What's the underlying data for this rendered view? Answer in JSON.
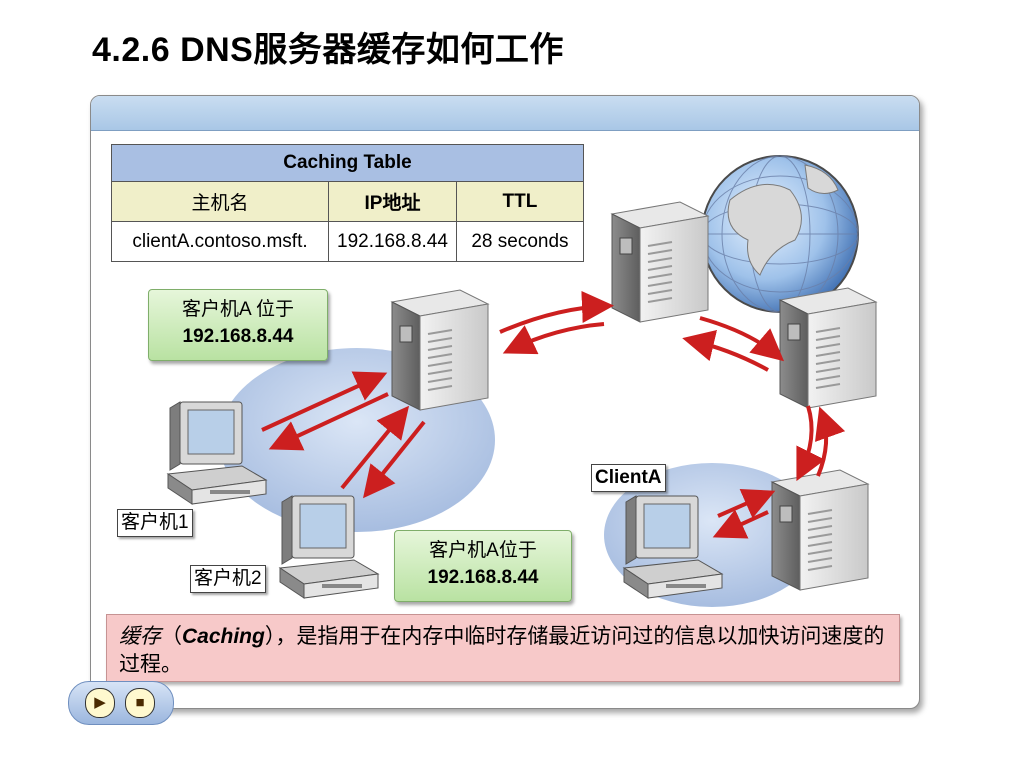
{
  "title": "4.2.6  DNS服务器缓存如何工作",
  "caching_table": {
    "caption": "Caching Table",
    "headers": [
      "主机名",
      "IP地址",
      "TTL"
    ],
    "rows": [
      [
        "clientA.contoso.msft.",
        "192.168.8.44",
        "28 seconds"
      ]
    ]
  },
  "callouts": {
    "top_left_line1": "客户机A 位于",
    "top_left_line2": "192.168.8.44",
    "bottom_line1": "客户机A位于",
    "bottom_line2": "192.168.8.44"
  },
  "labels": {
    "client1": "客户机1",
    "client2": "客户机2",
    "clientA": "ClientA"
  },
  "note": {
    "term": "缓存",
    "open_paren": "（",
    "term_en": "Caching",
    "rest": "），是指用于在内存中临时存储最近访问过的信息以加快访问速度的过程。"
  },
  "nav": {
    "play_icon": "▶",
    "stop_icon": "■"
  },
  "colors": {
    "arrow": "#cc1f1f",
    "table_caption": "#a9bfe3",
    "table_header": "#f0efc9",
    "callout": "#b9e2a2",
    "note": "#f7c9c9"
  }
}
